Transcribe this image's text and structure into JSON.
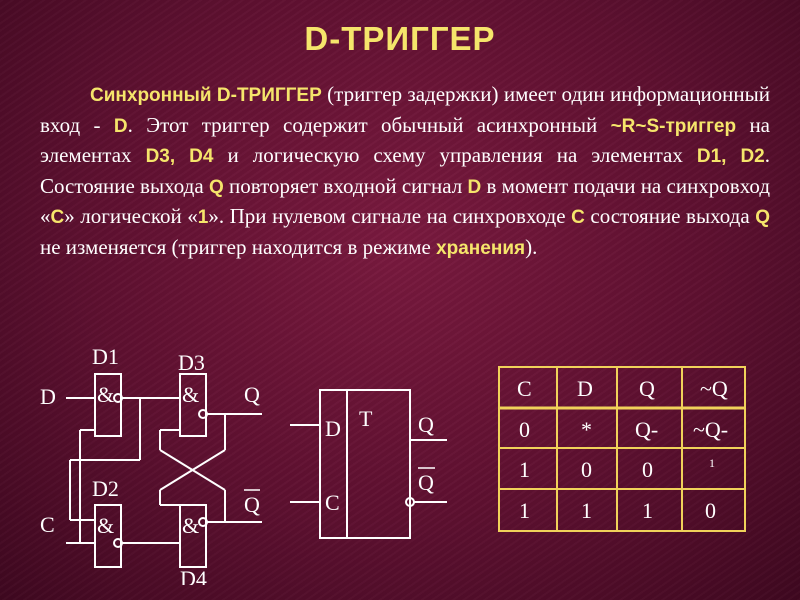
{
  "title": "D-ТРИГГЕР",
  "paragraph": [
    {
      "text": "Синхронный D-ТРИГГЕР",
      "style": "b"
    },
    {
      "text": " (триггер задержки) имеет один информационный вход - ",
      "style": ""
    },
    {
      "text": "D",
      "style": "b"
    },
    {
      "text": ". Этот триггер содержит обычный асинхронный ",
      "style": ""
    },
    {
      "text": "~R~S-триггер",
      "style": "b"
    },
    {
      "text": " на элементах ",
      "style": ""
    },
    {
      "text": "D3, D4",
      "style": "b"
    },
    {
      "text": " и логическую схему управления на элементах ",
      "style": ""
    },
    {
      "text": "D1, D2",
      "style": "b"
    },
    {
      "text": ". Состояние выхода ",
      "style": ""
    },
    {
      "text": "Q",
      "style": "b"
    },
    {
      "text": " повторяет входной сигнал ",
      "style": ""
    },
    {
      "text": "D",
      "style": "b"
    },
    {
      "text": " в момент подачи на синхровход «",
      "style": ""
    },
    {
      "text": "C",
      "style": "b"
    },
    {
      "text": "» логической «",
      "style": ""
    },
    {
      "text": "1",
      "style": "b"
    },
    {
      "text": "». При нулевом сигнале на синхровходе ",
      "style": ""
    },
    {
      "text": "C",
      "style": "b"
    },
    {
      "text": " состояние выхода ",
      "style": ""
    },
    {
      "text": "Q",
      "style": "b"
    },
    {
      "text": " не изменяется (триггер находится в режиме ",
      "style": ""
    },
    {
      "text": "хранения",
      "style": "b"
    },
    {
      "text": ").",
      "style": ""
    }
  ],
  "circuit": {
    "d1": "D1",
    "d2": "D2",
    "d3": "D3",
    "d4": "D4",
    "and": "&",
    "in_d": "D",
    "in_c": "C",
    "out_q": "Q",
    "out_nq": "Q"
  },
  "symbol": {
    "t": "T",
    "d": "D",
    "c": "C",
    "q": "Q",
    "nq": "Q"
  },
  "truth_table": {
    "headers": [
      "C",
      "D",
      "Q",
      "~Q"
    ],
    "rows": [
      [
        "0",
        "*",
        "Q-",
        "~Q-"
      ],
      [
        "1",
        "0",
        "0",
        "1"
      ],
      [
        "1",
        "1",
        "1",
        "0"
      ]
    ]
  },
  "colors": {
    "accent_yellow": "#f5e56b",
    "table_line": "#f0d25a",
    "text": "#ffffff",
    "background": "#5e1030"
  }
}
